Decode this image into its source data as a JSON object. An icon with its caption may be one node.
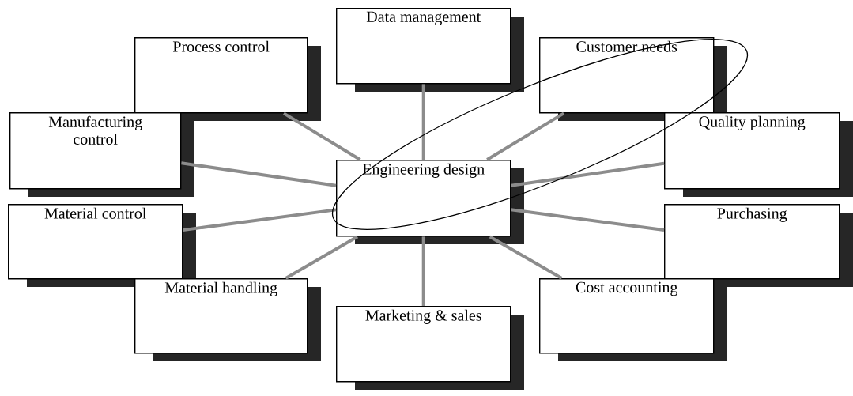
{
  "diagram": {
    "nodes": [
      {
        "text": [
          "Data management"
        ]
      },
      {
        "text": [
          "Process control"
        ]
      },
      {
        "text": [
          "Customer needs"
        ]
      },
      {
        "text": [
          "Manufacturing control"
        ]
      },
      {
        "text": [
          "Quality planning"
        ]
      },
      {
        "text": [
          "Engineering design"
        ]
      },
      {
        "text": [
          "Material control"
        ]
      },
      {
        "text": [
          "Purchasing"
        ]
      },
      {
        "text": [
          "Material handling"
        ]
      },
      {
        "text": [
          "Cost accounting"
        ]
      },
      {
        "text": [
          "Marketing & sales"
        ]
      }
    ],
    "edges": [
      {
        "from": 5,
        "to": 0,
        "arrow": "none"
      },
      {
        "from": 5,
        "to": 1,
        "arrow": "none"
      },
      {
        "from": 5,
        "to": 2,
        "arrow": "none"
      },
      {
        "from": 5,
        "to": 3,
        "arrow": "none"
      },
      {
        "from": 5,
        "to": 4,
        "arrow": "none"
      },
      {
        "from": 5,
        "to": 6,
        "arrow": "none"
      },
      {
        "from": 5,
        "to": 7,
        "arrow": "none"
      },
      {
        "from": 5,
        "to": 8,
        "arrow": "none"
      },
      {
        "from": 5,
        "to": 9,
        "arrow": "none"
      },
      {
        "from": 5,
        "to": 10,
        "arrow": "none"
      }
    ]
  }
}
